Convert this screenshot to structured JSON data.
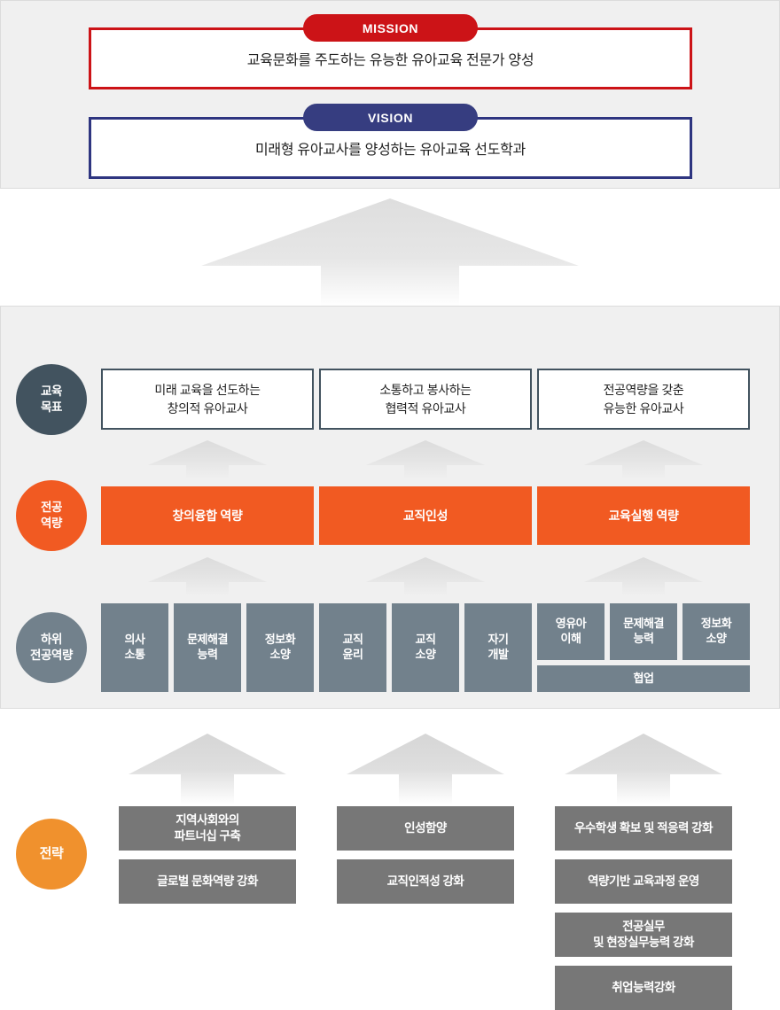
{
  "colors": {
    "mission_red": "#cc1317",
    "vision_navy": "#2e3580",
    "goal_slate": "#42535f",
    "major_orange": "#f15a22",
    "sub_gray_blue": "#72818c",
    "strategy_orange": "#f0912d",
    "strategy_gray": "#777777",
    "panel_bg": "#f0f0f0",
    "arrow_gray": "#e0e0e0"
  },
  "top": {
    "mission": {
      "pill_label": "MISSION",
      "text": "교육문화를 주도하는 유능한 유아교육 전문가 양성"
    },
    "vision": {
      "pill_label": "VISION",
      "text": "미래형 유아교사를 양성하는 유아교육 선도학과"
    }
  },
  "rows": {
    "goal": {
      "circle_line1": "교육",
      "circle_line2": "목표",
      "items": [
        {
          "line1": "미래 교육을 선도하는",
          "line2": "창의적 유아교사"
        },
        {
          "line1": "소통하고 봉사하는",
          "line2": "협력적 유아교사"
        },
        {
          "line1": "전공역량을 갖춘",
          "line2": "유능한 유아교사"
        }
      ]
    },
    "major": {
      "circle_line1": "전공",
      "circle_line2": "역량",
      "items": [
        {
          "label": "창의융합 역량"
        },
        {
          "label": "교직인성"
        },
        {
          "label": "교육실행 역량"
        }
      ]
    },
    "sub": {
      "circle_line1": "하위",
      "circle_line2": "전공역량",
      "groups": [
        {
          "cells": [
            {
              "line1": "의사",
              "line2": "소통"
            },
            {
              "line1": "문제해결",
              "line2": "능력"
            },
            {
              "line1": "정보화",
              "line2": "소양"
            }
          ],
          "span_cell": null
        },
        {
          "cells": [
            {
              "line1": "교직",
              "line2": "윤리"
            },
            {
              "line1": "교직",
              "line2": "소양"
            },
            {
              "line1": "자기",
              "line2": "개발"
            }
          ],
          "span_cell": null
        },
        {
          "cells": [
            {
              "line1": "영유아",
              "line2": "이해"
            },
            {
              "line1": "문제해결",
              "line2": "능력"
            },
            {
              "line1": "정보화",
              "line2": "소양"
            }
          ],
          "span_cell": {
            "line1": "협업",
            "line2": ""
          }
        }
      ]
    },
    "strategy": {
      "circle_label": "전략",
      "columns": [
        {
          "items": [
            {
              "line1": "지역사회와의",
              "line2": "파트너십 구축"
            },
            {
              "line1": "글로벌 문화역량 강화",
              "line2": ""
            }
          ]
        },
        {
          "items": [
            {
              "line1": "인성함양",
              "line2": ""
            },
            {
              "line1": "교직인적성 강화",
              "line2": ""
            }
          ]
        },
        {
          "items": [
            {
              "line1": "우수학생 확보  및 적응력 강화",
              "line2": ""
            },
            {
              "line1": "역량기반 교육과정 운영",
              "line2": ""
            },
            {
              "line1": "전공실무",
              "line2": "및 현장실무능력 강화"
            },
            {
              "line1": "취업능력강화",
              "line2": ""
            }
          ]
        }
      ]
    }
  },
  "arrows": {
    "big_label": "upward-arrow-large",
    "mini_label": "upward-arrow-small"
  }
}
